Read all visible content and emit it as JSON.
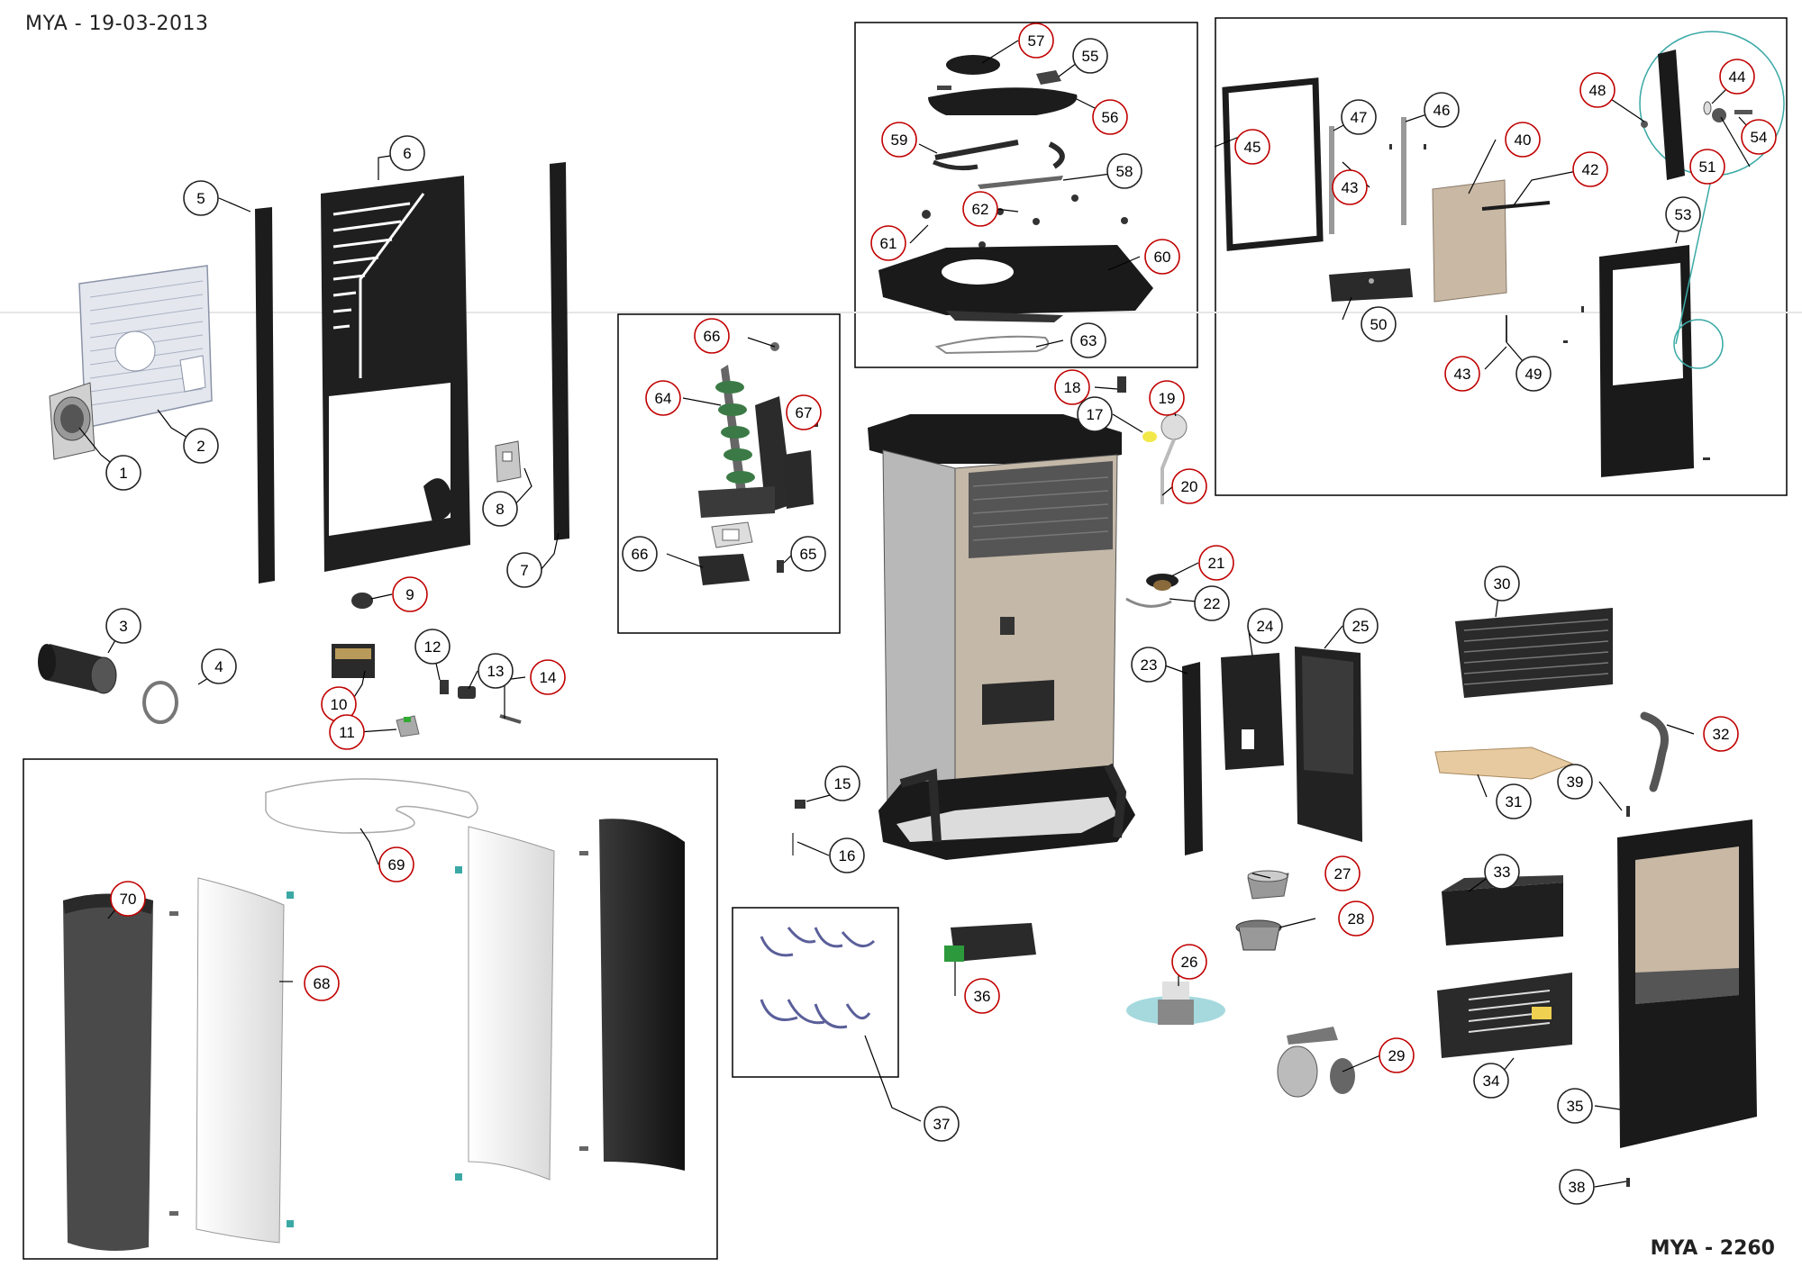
{
  "header": {
    "model_date": "MYA - 19-03-2013",
    "model_code": "MYA - 2260"
  },
  "callouts": [
    {
      "label": "1",
      "red": false
    },
    {
      "label": "2",
      "red": false
    },
    {
      "label": "3",
      "red": false
    },
    {
      "label": "4",
      "red": false
    },
    {
      "label": "5",
      "red": false
    },
    {
      "label": "6",
      "red": false
    },
    {
      "label": "7",
      "red": false
    },
    {
      "label": "8",
      "red": false
    },
    {
      "label": "9",
      "red": true
    },
    {
      "label": "10",
      "red": true
    },
    {
      "label": "11",
      "red": true
    },
    {
      "label": "12",
      "red": false
    },
    {
      "label": "13",
      "red": false
    },
    {
      "label": "14",
      "red": true
    },
    {
      "label": "15",
      "red": false
    },
    {
      "label": "16",
      "red": false
    },
    {
      "label": "17",
      "red": false
    },
    {
      "label": "18",
      "red": true
    },
    {
      "label": "19",
      "red": true
    },
    {
      "label": "20",
      "red": true
    },
    {
      "label": "21",
      "red": true
    },
    {
      "label": "22",
      "red": false
    },
    {
      "label": "23",
      "red": false
    },
    {
      "label": "24",
      "red": false
    },
    {
      "label": "25",
      "red": false
    },
    {
      "label": "26",
      "red": true
    },
    {
      "label": "27",
      "red": true
    },
    {
      "label": "28",
      "red": true
    },
    {
      "label": "29",
      "red": true
    },
    {
      "label": "30",
      "red": false
    },
    {
      "label": "31",
      "red": false
    },
    {
      "label": "32",
      "red": true
    },
    {
      "label": "33",
      "red": false
    },
    {
      "label": "34",
      "red": false
    },
    {
      "label": "35",
      "red": false
    },
    {
      "label": "36",
      "red": true
    },
    {
      "label": "37",
      "red": false
    },
    {
      "label": "38",
      "red": false
    },
    {
      "label": "39",
      "red": false
    },
    {
      "label": "40",
      "red": true
    },
    {
      "label": "42",
      "red": true
    },
    {
      "label": "43",
      "red": true
    },
    {
      "label": "43",
      "red": true
    },
    {
      "label": "44",
      "red": true
    },
    {
      "label": "45",
      "red": true
    },
    {
      "label": "46",
      "red": false
    },
    {
      "label": "47",
      "red": false
    },
    {
      "label": "48",
      "red": true
    },
    {
      "label": "49",
      "red": false
    },
    {
      "label": "50",
      "red": false
    },
    {
      "label": "51",
      "red": true
    },
    {
      "label": "53",
      "red": false
    },
    {
      "label": "54",
      "red": true
    },
    {
      "label": "55",
      "red": false
    },
    {
      "label": "56",
      "red": true
    },
    {
      "label": "57",
      "red": true
    },
    {
      "label": "58",
      "red": false
    },
    {
      "label": "59",
      "red": true
    },
    {
      "label": "60",
      "red": true
    },
    {
      "label": "61",
      "red": true
    },
    {
      "label": "62",
      "red": true
    },
    {
      "label": "63",
      "red": false
    },
    {
      "label": "64",
      "red": true
    },
    {
      "label": "65",
      "red": false
    },
    {
      "label": "66",
      "red": false
    },
    {
      "label": "66",
      "red": true
    },
    {
      "label": "67",
      "red": true
    },
    {
      "label": "68",
      "red": true
    },
    {
      "label": "69",
      "red": true
    },
    {
      "label": "70",
      "red": true
    }
  ],
  "colors": {
    "callout_red": "#c00000",
    "callout_black": "#222222",
    "part_dark": "#1c1c1c",
    "part_grey": "#9a9a9a",
    "glass_tan": "#c8b8a4",
    "board_tan": "#e6caa0",
    "frame_line": "#000000",
    "detail_link": "#3aa9a6"
  }
}
